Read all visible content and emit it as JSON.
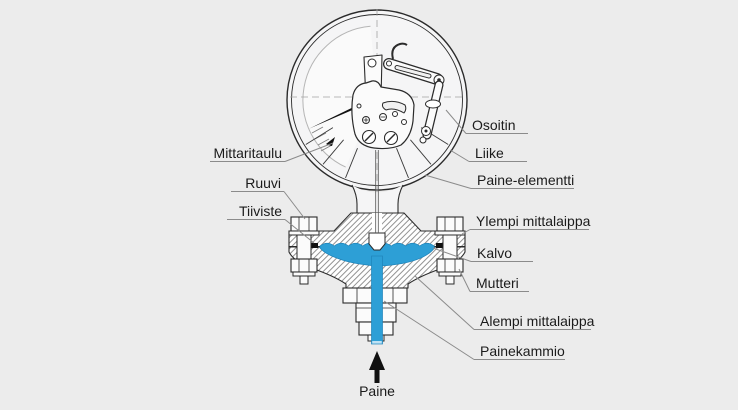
{
  "diagram": {
    "type": "diaphragm-pressure-gauge-cross-section",
    "labels": {
      "mittaritaulu": "Mittaritaulu",
      "ruuvi": "Ruuvi",
      "tiiviste": "Tiiviste",
      "osoitin": "Osoitin",
      "liike": "Liike",
      "paine_elementti": "Paine-elementti",
      "ylempi_mittalaippa": "Ylempi mittalaippa",
      "kalvo": "Kalvo",
      "mutteri": "Mutteri",
      "alempi_mittalaippa": "Alempi mittalaippa",
      "painekammio": "Painekammio",
      "paine": "Paine"
    },
    "icons": {
      "pressure_arrow": "up-arrow"
    },
    "colors": {
      "background": "#ececec",
      "fluid": "#2d9fd6",
      "outline": "#2b2b2b",
      "leader": "#8b8b8b",
      "text": "#1b1b1b"
    }
  }
}
